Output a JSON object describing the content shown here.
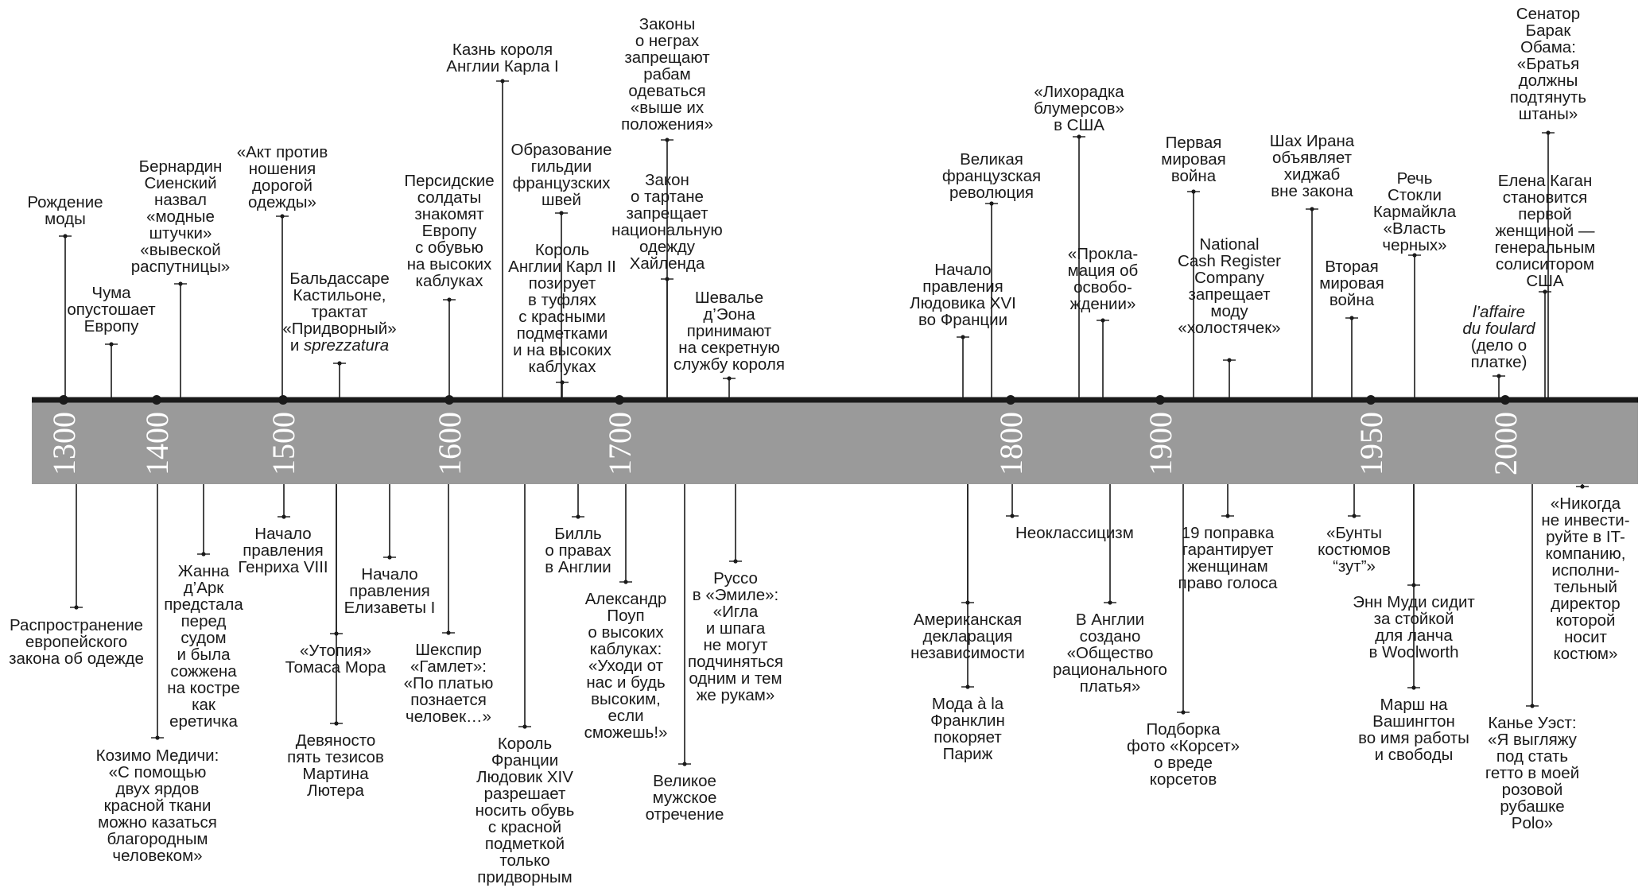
{
  "years": [
    "1300",
    "1400",
    "1500",
    "1600",
    "1700",
    "1800",
    "1900",
    "1950",
    "2000"
  ],
  "events_above": [
    {
      "id": "rozhdenie-mody",
      "lines": [
        "Рождение",
        "моды"
      ]
    },
    {
      "id": "chuma",
      "lines": [
        "Чума",
        "опустошает",
        "Европу"
      ]
    },
    {
      "id": "bernardin",
      "lines": [
        "Бернардин",
        "Сиенский",
        "назвал",
        "«модные",
        "штучки»",
        "«вывеской",
        "распутницы»"
      ]
    },
    {
      "id": "akt-protiv",
      "lines": [
        "«Акт против",
        "ношения",
        "дорогой",
        "одежды»"
      ]
    },
    {
      "id": "kastilone",
      "lines": [
        "Бальдассаре",
        "Кастильоне,",
        "трактат",
        "«Придворный»",
        "и sprezzatura"
      ]
    },
    {
      "id": "persidskie",
      "lines": [
        "Персидские",
        "солдаты",
        "знакомят",
        "Европу",
        "с обувью",
        "на высоких",
        "каблуках"
      ]
    },
    {
      "id": "kazn-karla",
      "lines": [
        "Казнь короля",
        "Англии Карла I"
      ]
    },
    {
      "id": "gildiya",
      "lines": [
        "Образование",
        "гильдии",
        "французских",
        "швей"
      ]
    },
    {
      "id": "karl-ii",
      "lines": [
        "Король",
        "Англии Карл II",
        "позирует",
        "в туфлях",
        "с красными",
        "подметками",
        "и на высоких",
        "каблуках"
      ]
    },
    {
      "id": "zakony-o-negrah",
      "lines": [
        "Законы",
        "о неграх",
        "запрещают",
        "рабам",
        "одеваться",
        "«выше их",
        "положения»"
      ]
    },
    {
      "id": "zakon-o-tartane",
      "lines": [
        "Закон",
        "о тартане",
        "запрещает",
        "национальную",
        "одежду",
        "Хайленда"
      ]
    },
    {
      "id": "sheval-deona",
      "lines": [
        "Шевалье",
        "д’Эона",
        "принимают",
        "на секретную",
        "службу короля"
      ]
    },
    {
      "id": "lyudovik-xvi",
      "lines": [
        "Начало",
        "правления",
        "Людовика XVI",
        "во Франции"
      ]
    },
    {
      "id": "revolyuciya",
      "lines": [
        "Великая",
        "французская",
        "революция"
      ]
    },
    {
      "id": "blumersy",
      "lines": [
        "«Лихорадка",
        "блумерсов»",
        "в США"
      ]
    },
    {
      "id": "proklamaciya",
      "lines": [
        "«Прокла-",
        "мация об",
        "освобо-",
        "ждении»"
      ]
    },
    {
      "id": "pervaya-mirovaya",
      "lines": [
        "Первая",
        "мировая",
        "война"
      ]
    },
    {
      "id": "ncr",
      "lines": [
        "National",
        "Cash Register",
        "Company",
        "запрещает",
        "моду",
        "«холостячек»"
      ]
    },
    {
      "id": "shah-irana",
      "lines": [
        "Шах Ирана",
        "объявляет",
        "хиджаб",
        "вне закона"
      ]
    },
    {
      "id": "vtoraya-mirovaya",
      "lines": [
        "Вторая",
        "мировая",
        "война"
      ]
    },
    {
      "id": "karmaykl",
      "lines": [
        "Речь",
        "Стокли",
        "Кармайкла",
        "«Власть",
        "черных»"
      ]
    },
    {
      "id": "foulard",
      "lines": [
        "l’affaire",
        "du foulard",
        "(дело о",
        "платке)"
      ]
    },
    {
      "id": "kagan",
      "lines": [
        "Елена Каган",
        "становится",
        "первой",
        "женщиной —",
        "генеральным",
        "солиситором",
        "США"
      ]
    },
    {
      "id": "obama",
      "lines": [
        "Сенатор",
        "Барак",
        "Обама:",
        "«Братья",
        "должны",
        "подтянуть",
        "штаны»"
      ]
    }
  ],
  "events_below": [
    {
      "id": "rasprostranenie",
      "lines": [
        "Распространение",
        "европейского",
        "закона об одежде"
      ]
    },
    {
      "id": "kozimo",
      "lines": [
        "Козимо Медичи:",
        "«С помощью",
        "двух ярдов",
        "красной ткани",
        "можно казаться",
        "благородным",
        "человеком»"
      ]
    },
    {
      "id": "zhanna",
      "lines": [
        "Жанна",
        "д’Арк",
        "предстала",
        "перед",
        "судом",
        "и была",
        "сожжена",
        "на костре",
        "как",
        "еретичка"
      ]
    },
    {
      "id": "genrih-viii",
      "lines": [
        "Начало",
        "правления",
        "Генриха VIII"
      ]
    },
    {
      "id": "utopiya",
      "lines": [
        "«Утопия»",
        "Томаса Мора"
      ]
    },
    {
      "id": "lyuter",
      "lines": [
        "Девяносто",
        "пять тезисов",
        "Мартина",
        "Лютера"
      ]
    },
    {
      "id": "elizaveta",
      "lines": [
        "Начало",
        "правления",
        "Елизаветы I"
      ]
    },
    {
      "id": "shekspir",
      "lines": [
        "Шекспир",
        "«Гамлет»:",
        "«По платью",
        "познается",
        "человек…»"
      ]
    },
    {
      "id": "lyudovik-xiv",
      "lines": [
        "Король",
        "Франции",
        "Людовик XIV",
        "разрешает",
        "носить обувь",
        "с красной",
        "подметкой",
        "только",
        "придворным"
      ]
    },
    {
      "id": "bill-o-pravah",
      "lines": [
        "Билль",
        "о правах",
        "в Англии"
      ]
    },
    {
      "id": "poup",
      "lines": [
        "Александр",
        "Поуп",
        "о высоких",
        "каблуках:",
        "«Уходи от",
        "нас и будь",
        "высоким,",
        "если",
        "сможешь!»"
      ]
    },
    {
      "id": "muzhskoe-otrechenie",
      "lines": [
        "Великое",
        "мужское",
        "отречение"
      ]
    },
    {
      "id": "russo",
      "lines": [
        "Руссо",
        "в «Эмиле»:",
        "«Игла",
        "и шпага",
        "не могут",
        "подчиняться",
        "одним и тем",
        "же рукам»"
      ]
    },
    {
      "id": "deklaraciya",
      "lines": [
        "Американская",
        "декларация",
        "независимости"
      ]
    },
    {
      "id": "franklin",
      "lines": [
        "Мода à la",
        "Франклин",
        "покоряет",
        "Париж"
      ]
    },
    {
      "id": "neoklassicizm",
      "lines": [
        "Неоклассицизм"
      ]
    },
    {
      "id": "racionalnoe-platye",
      "lines": [
        "В Англии",
        "создано",
        "«Общество",
        "рационального",
        "платья»"
      ]
    },
    {
      "id": "korset",
      "lines": [
        "Подборка",
        "фото «Корсет»",
        "о вреде",
        "корсетов"
      ]
    },
    {
      "id": "19-popravka",
      "lines": [
        "19 поправка",
        "гарантирует",
        "женщинам",
        "право голоса"
      ]
    },
    {
      "id": "zut",
      "lines": [
        "«Бунты",
        "костюмов",
        "“зут”»"
      ]
    },
    {
      "id": "enn-mudi",
      "lines": [
        "Энн Муди сидит",
        "за стойкой",
        "для ланча",
        "в Woolworth"
      ]
    },
    {
      "id": "marsh",
      "lines": [
        "Марш на",
        "Вашингтон",
        "во имя работы",
        "и свободы"
      ]
    },
    {
      "id": "kanye",
      "lines": [
        "Канье Уэст:",
        "«Я выгляжу",
        "под стать",
        "гетто в моей",
        "розовой",
        "рубашке",
        "Polo»"
      ]
    },
    {
      "id": "it-kompaniya",
      "lines": [
        "«Никогда",
        "не инвести-",
        "руйте в IT-",
        "компанию,",
        "исполни-",
        "тельный",
        "директор",
        "которой",
        "носит",
        "костюм»"
      ]
    }
  ],
  "colors": {
    "band": "#9a9a9a",
    "axis": "#1a1a1a",
    "year_text": "#ffffff",
    "text": "#1a1a1a"
  }
}
